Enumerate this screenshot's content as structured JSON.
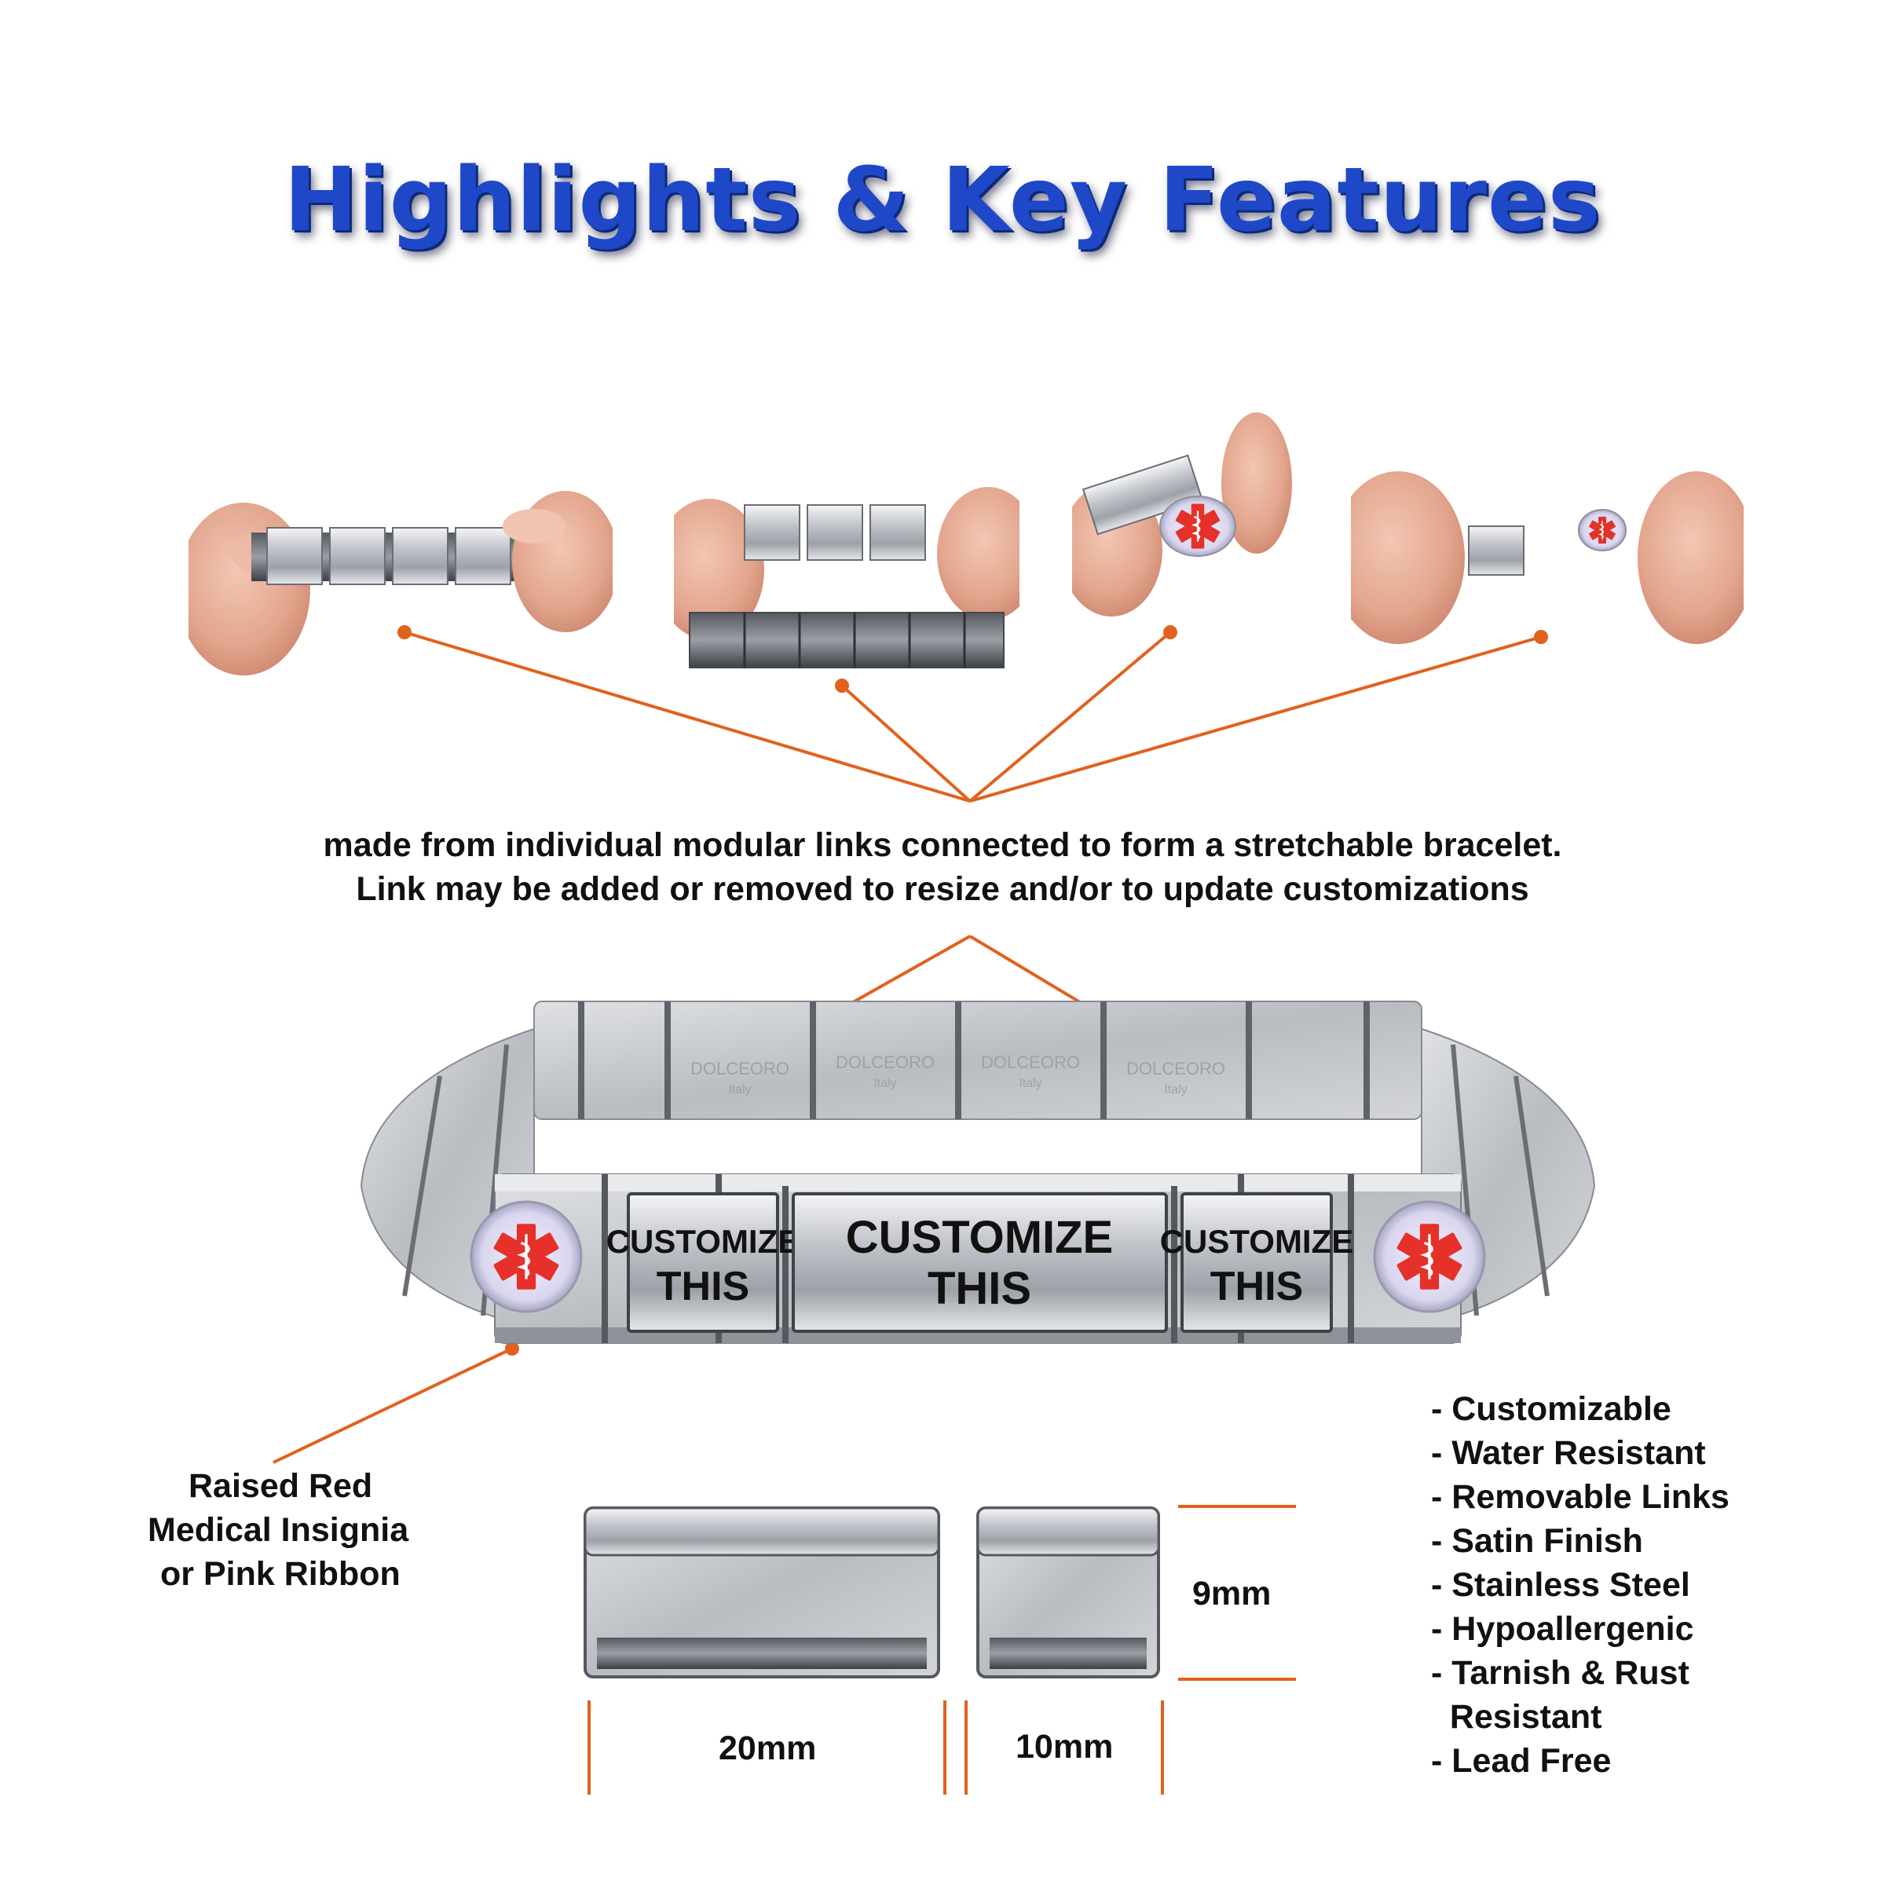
{
  "title": "Highlights & Key Features",
  "description_line1": "made from individual modular links connected to form a stretchable bracelet.",
  "description_line2": "Link may be added or removed to resize and/or to update customizations",
  "insignia_label": [
    "Raised Red",
    "Medical Insignia",
    "or Pink Ribbon"
  ],
  "features": [
    "- Customizable",
    "- Water Resistant",
    "- Removable Links",
    "- Satin Finish",
    "- Stainless Steel",
    "- Hypoallergenic",
    "- Tarnish & Rust",
    "  Resistant",
    "- Lead Free"
  ],
  "link_texts": {
    "left": [
      "CUSTOMIZE",
      "THIS"
    ],
    "center": [
      "CUSTOMIZE",
      "THIS"
    ],
    "right": [
      "CUSTOMIZE",
      "THIS"
    ]
  },
  "brand_mark": "DOLCEORO",
  "brand_sub": "Italy",
  "dimensions": {
    "height": "9mm",
    "wide_link": "20mm",
    "narrow_link": "10mm"
  },
  "colors": {
    "title_blue": "#1f48c9",
    "callout_orange": "#e0621e",
    "insignia_red": "#e5312a",
    "steel": "#c9cbcf"
  },
  "icons": {
    "insignia": "star-of-life-icon"
  }
}
